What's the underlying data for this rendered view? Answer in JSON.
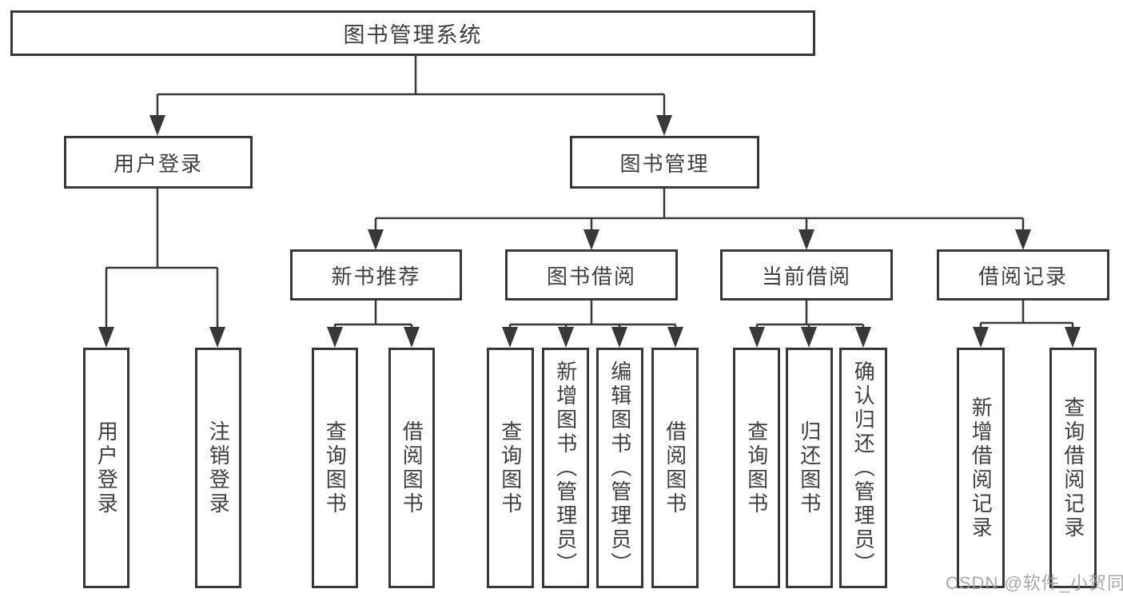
{
  "diagram": {
    "root": {
      "label": "图书管理系统"
    },
    "branches": [
      {
        "label": "用户登录",
        "children": [
          {
            "label": "用户登录"
          },
          {
            "label": "注销登录"
          }
        ]
      },
      {
        "label": "图书管理",
        "children": [
          {
            "label": "新书推荐",
            "children": [
              {
                "label": "查询图书"
              },
              {
                "label": "借阅图书"
              }
            ]
          },
          {
            "label": "图书借阅",
            "children": [
              {
                "label": "查询图书"
              },
              {
                "label": "新增图书（管理员）"
              },
              {
                "label": "编辑图书（管理员）"
              },
              {
                "label": "借阅图书"
              }
            ]
          },
          {
            "label": "当前借阅",
            "children": [
              {
                "label": "查询图书"
              },
              {
                "label": "归还图书"
              },
              {
                "label": "确认归还（管理员）"
              }
            ]
          },
          {
            "label": "借阅记录",
            "children": [
              {
                "label": "新增借阅记录"
              },
              {
                "label": "查询借阅记录"
              }
            ]
          }
        ]
      }
    ]
  },
  "watermark": "CSDN @软件_小贺同学",
  "colors": {
    "line": "#383838",
    "text": "#3f3f3f",
    "watermark": "#9b9b9b",
    "background": "#ffffff"
  }
}
